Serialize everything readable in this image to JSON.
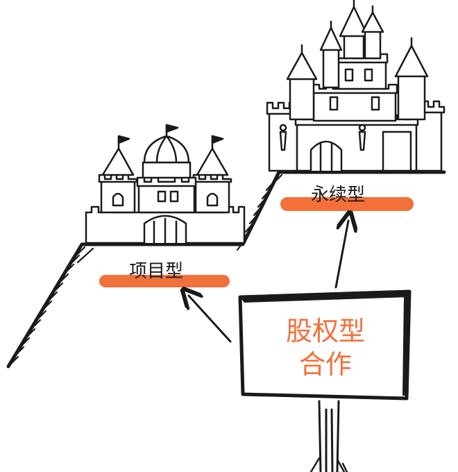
{
  "labels": {
    "project": "项目型",
    "perpetual": "永续型"
  },
  "sign": {
    "line1": "股权型",
    "line2": "合作"
  },
  "colors": {
    "accent": "#f2703a",
    "ink": "#1a1a1a"
  }
}
